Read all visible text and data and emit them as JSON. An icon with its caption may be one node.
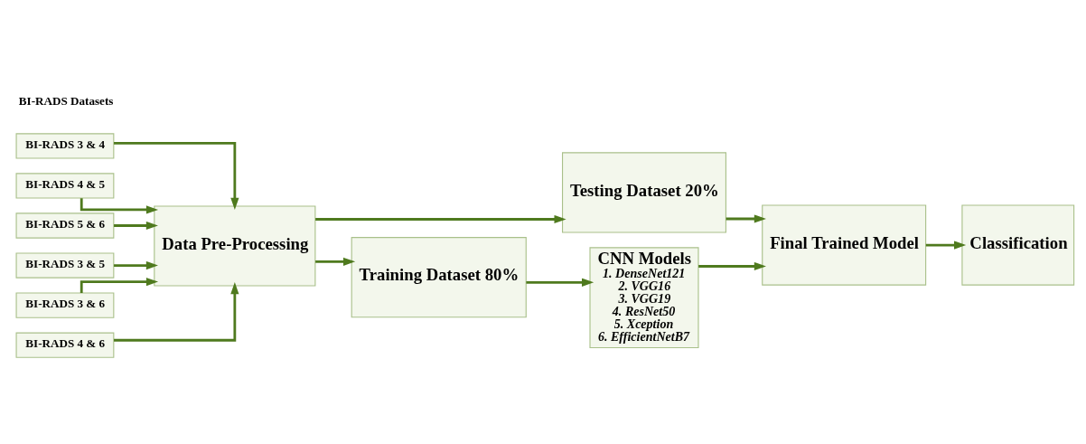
{
  "diagram": {
    "nodes": [
      {
        "text": [
          "BI-RADS 3 & 4"
        ]
      },
      {
        "text": [
          "BI-RADS 4 & 5"
        ]
      },
      {
        "text": [
          "BI-RADS 5 & 6"
        ]
      },
      {
        "text": [
          "BI-RADS 3 & 5"
        ]
      },
      {
        "text": [
          "BI-RADS 3 & 6"
        ]
      },
      {
        "text": [
          "BI-RADS 4 & 6"
        ]
      },
      {
        "text": [
          "Data Pre-Processing"
        ]
      },
      {
        "text": [
          "Testing Dataset 20%"
        ]
      },
      {
        "text": [
          "Training Dataset 80%"
        ]
      },
      {
        "text": [
          "CNN Models",
          "1. DenseNet121",
          "2. VGG16",
          "3. VGG19",
          "4. ResNet50",
          "5. Xception",
          "6. EfficientNetB7"
        ]
      },
      {
        "text": [
          "Final Trained Model"
        ]
      },
      {
        "text": [
          "Classification"
        ]
      }
    ],
    "edges": [
      {
        "from": 0,
        "to": 6,
        "arrow": "to"
      },
      {
        "from": 1,
        "to": 6,
        "arrow": "to"
      },
      {
        "from": 2,
        "to": 6,
        "arrow": "to"
      },
      {
        "from": 3,
        "to": 6,
        "arrow": "to"
      },
      {
        "from": 4,
        "to": 6,
        "arrow": "to"
      },
      {
        "from": 5,
        "to": 6,
        "arrow": "to"
      },
      {
        "from": 6,
        "to": 7,
        "arrow": "to"
      },
      {
        "from": 6,
        "to": 8,
        "arrow": "to"
      },
      {
        "from": 8,
        "to": 9,
        "arrow": "to"
      },
      {
        "from": 7,
        "to": 10,
        "arrow": "to"
      },
      {
        "from": 9,
        "to": 10,
        "arrow": "to"
      },
      {
        "from": 10,
        "to": 11,
        "arrow": "to"
      }
    ],
    "labels": [
      "BI-RADS Datasets"
    ]
  }
}
